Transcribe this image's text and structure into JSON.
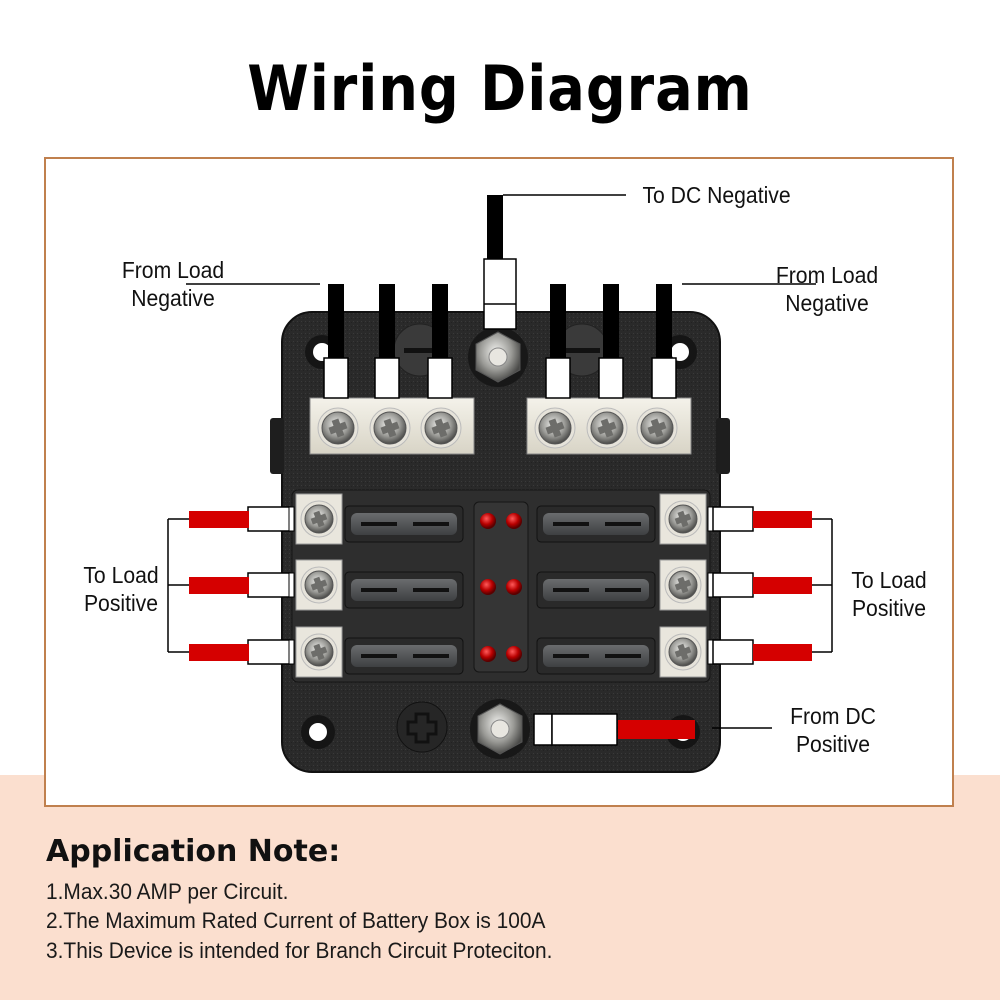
{
  "title": "Wiring Diagram",
  "labels": {
    "to_dc_negative": "To DC Negative",
    "from_load_negative_left": [
      "From Load",
      "Negative"
    ],
    "from_load_negative_right": [
      "From Load",
      "Negative"
    ],
    "to_load_positive_left": [
      "To Load",
      "Positive"
    ],
    "to_load_positive_right": [
      "To Load",
      "Positive"
    ],
    "from_dc_positive": [
      "From DC",
      "Positive"
    ]
  },
  "colors": {
    "frame_border": "#c0804e",
    "footer_background": "#fbdfcf",
    "positive_wire": "#d50000",
    "negative_wire": "#000000",
    "fuse_block_body": "#2b2b2b",
    "led": "#b30000"
  },
  "device": {
    "fuse_count": 6,
    "negative_terminals": 6,
    "positive_terminals": 6,
    "led_indicators": 6
  },
  "application_note": {
    "heading": "Application Note:",
    "items": [
      "1.Max.30 AMP per Circuit.",
      "2.The Maximum Rated Current of Battery Box is 100A",
      "3.This Device is intended for Branch Circuit Proteciton."
    ]
  }
}
